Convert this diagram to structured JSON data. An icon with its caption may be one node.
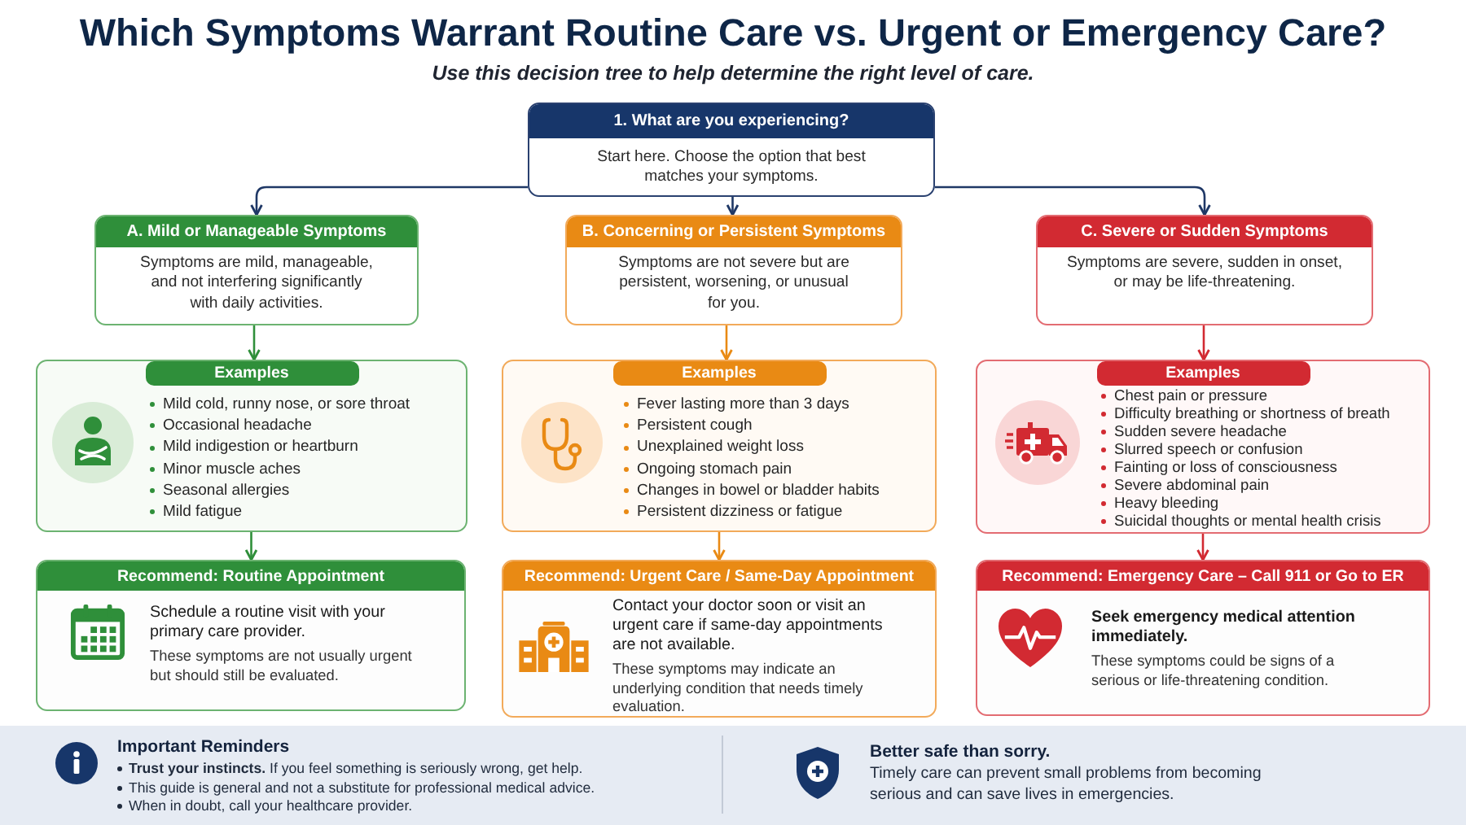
{
  "diagram": {
    "title": "Which Symptoms Warrant Routine Care vs. Urgent or Emergency Care?",
    "labels": [
      "Use this decision tree to help determine the right level of care."
    ],
    "nodes": [
      {
        "text": [
          "1. What are you experiencing?",
          "Start here. Choose the option that best matches your symptoms."
        ]
      },
      {
        "text": [
          "A. Mild or Manageable Symptoms",
          "Symptoms are mild, manageable, and not interfering significantly with daily activities."
        ]
      },
      {
        "text": [
          "B. Concerning or Persistent Symptoms",
          "Symptoms are not severe but are persistent, worsening, or unusual for you."
        ]
      },
      {
        "text": [
          "C. Severe or Sudden Symptoms",
          "Symptoms are severe, sudden in onset, or may be life-threatening."
        ]
      },
      {
        "text": [
          "Examples",
          "Mild cold, runny nose, or sore throat",
          "Occasional headache",
          "Mild indigestion or heartburn",
          "Minor muscle aches",
          "Seasonal allergies",
          "Mild fatigue"
        ]
      },
      {
        "text": [
          "Examples",
          "Fever lasting more than 3 days",
          "Persistent cough",
          "Unexplained weight loss",
          "Ongoing stomach pain",
          "Changes in bowel or bladder habits",
          "Persistent dizziness or fatigue"
        ]
      },
      {
        "text": [
          "Examples",
          "Chest pain or pressure",
          "Difficulty breathing or shortness of breath",
          "Sudden severe headache",
          "Slurred speech or confusion",
          "Fainting or loss of consciousness",
          "Severe abdominal pain",
          "Heavy bleeding",
          "Suicidal thoughts or mental health crisis"
        ]
      },
      {
        "text": [
          "Recommend: Routine Appointment",
          "Schedule a routine visit with your primary care provider.",
          "These symptoms are not usually urgent but should still be evaluated."
        ]
      },
      {
        "text": [
          "Recommend: Urgent Care / Same-Day Appointment",
          "Contact your doctor soon or visit an urgent care if same-day appointments are not available.",
          "These symptoms may indicate an underlying condition that needs timely evaluation."
        ]
      },
      {
        "text": [
          "Recommend: Emergency Care – Call 911 or Go to ER",
          "Seek emergency medical attention immediately.",
          "These symptoms could be signs of a serious or life-threatening condition."
        ]
      },
      {
        "text": [
          "Important Reminders",
          "**Trust your instincts.** If you feel something is seriously wrong, get help.",
          "This guide is general and not a substitute for professional medical advice.",
          "When in doubt, call your healthcare provider.",
          "Better safe than sorry.",
          "Timely care can prevent small problems from becoming serious and can save lives in emergencies."
        ]
      }
    ],
    "edges": [
      {
        "from": 0,
        "to": 1,
        "arrow": "to"
      },
      {
        "from": 0,
        "to": 2,
        "arrow": "to"
      },
      {
        "from": 0,
        "to": 3,
        "arrow": "to"
      },
      {
        "from": 1,
        "to": 4,
        "arrow": "to",
        "color": "#2f8f3a"
      },
      {
        "from": 4,
        "to": 7,
        "arrow": "to",
        "color": "#2f8f3a"
      },
      {
        "from": 2,
        "to": 5,
        "arrow": "to",
        "color": "#e98a14"
      },
      {
        "from": 5,
        "to": 8,
        "arrow": "to",
        "color": "#e98a14"
      },
      {
        "from": 3,
        "to": 6,
        "arrow": "to",
        "color": "#d22a32"
      },
      {
        "from": 6,
        "to": 9,
        "arrow": "to",
        "color": "#d22a32"
      }
    ]
  }
}
